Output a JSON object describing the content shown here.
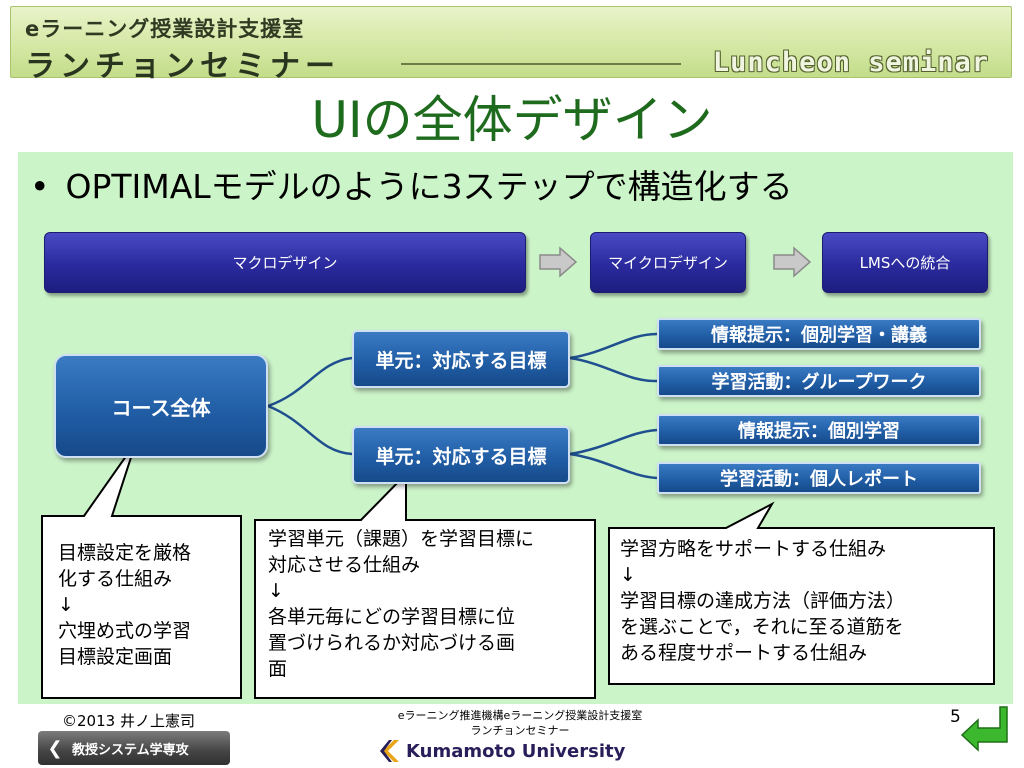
{
  "header": {
    "line1": "eラーニング授業設計支援室",
    "line2": "ランチョンセミナー",
    "english": "Luncheon seminar"
  },
  "slide": {
    "title": "UIの全体デザイン",
    "bullet": "OPTIMALモデルのように3ステップで構造化する"
  },
  "steps": [
    "マクロデザイン",
    "マイクロデザイン",
    "LMSへの統合"
  ],
  "tree": {
    "root": "コース全体",
    "units": [
      "単元：対応する目標",
      "単元：対応する目標"
    ],
    "leaves": [
      "情報提示：個別学習・講義",
      "学習活動：グループワーク",
      "情報提示：個別学習",
      "学習活動：個人レポート"
    ]
  },
  "callouts": [
    "目標設定を厳格\n化する仕組み\n↓\n穴埋め式の学習\n目標設定画面",
    "学習単元（課題）を学習目標に\n対応させる仕組み\n↓\n各単元毎にどの学習目標に位\n置づけられるか対応づける画\n面",
    "学習方略をサポートする仕組み\n↓\n学習目標の達成方法（評価方法）\nを選ぶことで，それに至る道筋を\nある程度サポートする仕組み"
  ],
  "footer": {
    "copyright": "©2013 井ノ上憲司",
    "department": "教授システム学専攻",
    "center_line1": "eラーニング推進機構eラーニング授業設計支援室",
    "center_line2": "ランチョンセミナー",
    "university": "Kumamoto University",
    "page": "5"
  },
  "colors": {
    "title_green": "#1e6b1e",
    "content_bg": "#ccf4c9",
    "step_navy": "#2a2a9e",
    "node_blue": "#215ea6",
    "return_arrow": "#3cb82e"
  },
  "icons": [
    "right-arrow-icon",
    "chevron-left-icon",
    "return-arrow-icon",
    "university-logo-icon"
  ]
}
